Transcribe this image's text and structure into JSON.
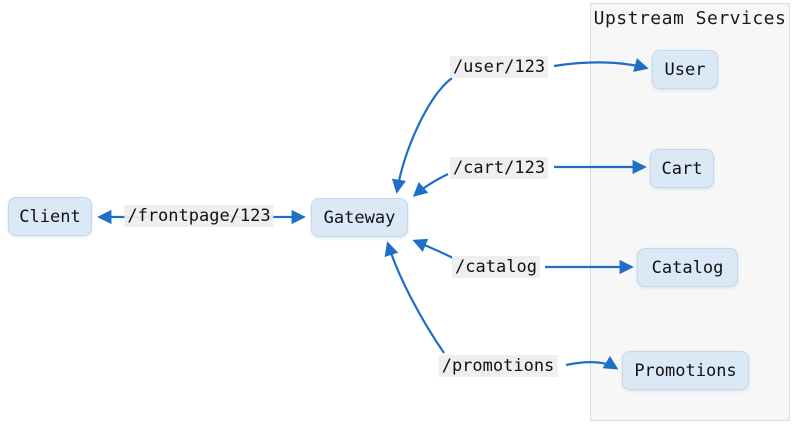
{
  "diagram": {
    "type": "service-routing-diagram",
    "panel": {
      "title": "Upstream Services"
    },
    "nodes": {
      "client": {
        "label": "Client"
      },
      "gateway": {
        "label": "Gateway"
      },
      "user": {
        "label": "User"
      },
      "cart": {
        "label": "Cart"
      },
      "catalog": {
        "label": "Catalog"
      },
      "promotions": {
        "label": "Promotions"
      }
    },
    "edges": {
      "client_gateway": {
        "from": "Client",
        "to": "Gateway",
        "label": "/frontpage/123",
        "bidirectional": true
      },
      "gateway_user": {
        "from": "Gateway",
        "to": "User",
        "label": "/user/123",
        "bidirectional": true
      },
      "gateway_cart": {
        "from": "Gateway",
        "to": "Cart",
        "label": "/cart/123",
        "bidirectional": true
      },
      "gateway_catalog": {
        "from": "Gateway",
        "to": "Catalog",
        "label": "/catalog",
        "bidirectional": true
      },
      "gateway_promotions": {
        "from": "Gateway",
        "to": "Promotions",
        "label": "/promotions",
        "bidirectional": true
      }
    },
    "colors": {
      "link": "#1e6fc5",
      "node_fill": "#dbe9f7",
      "node_border": "#c3d8ea",
      "panel_fill": "#f7f7f7",
      "panel_border": "#dedede",
      "edge_label_bg": "#eeeeee",
      "text": "#111111",
      "background": "#ffffff"
    }
  }
}
